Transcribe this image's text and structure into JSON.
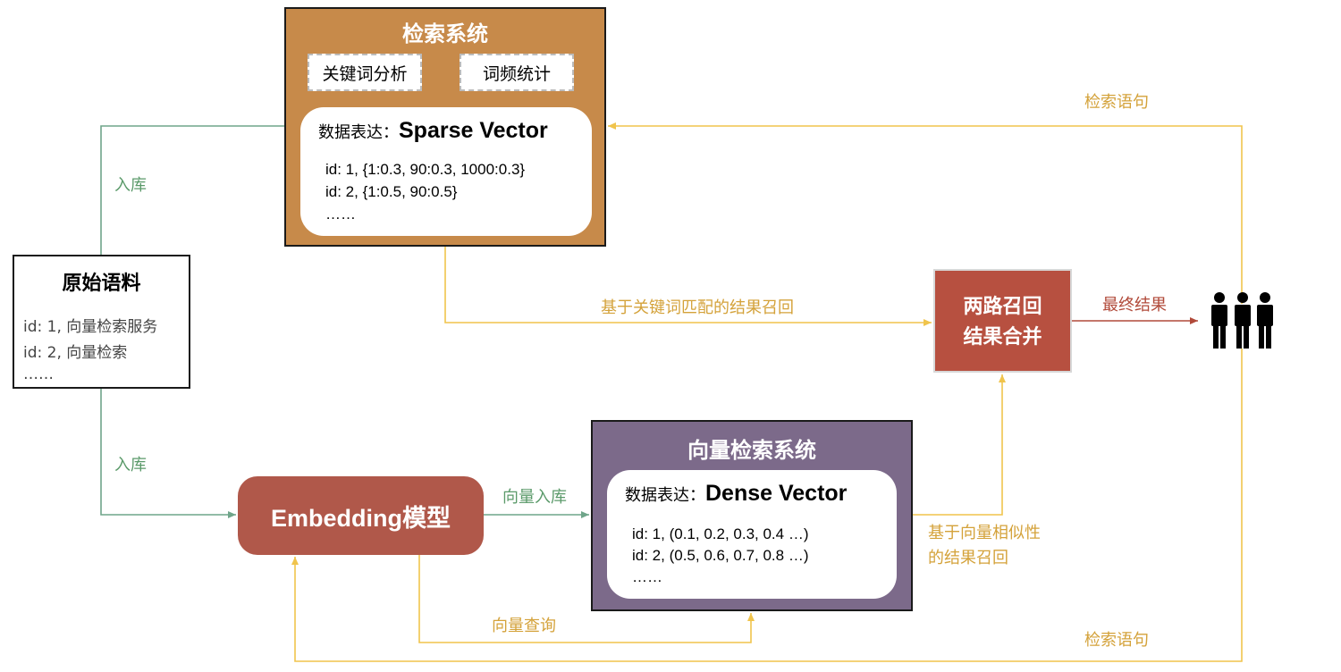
{
  "sparse_system": {
    "title": "检索系统",
    "keyword_analysis": "关键词分析",
    "term_frequency": "词频统计",
    "expression_prefix": "数据表达：",
    "expression_type": "Sparse Vector",
    "rows": [
      "id: 1, {1:0.3, 90:0.3, 1000:0.3}",
      "id: 2, {1:0.5, 90:0.5}",
      "……"
    ]
  },
  "corpus": {
    "title": "原始语料",
    "rows": [
      "id: 1, 向量检索服务",
      "id: 2, 向量检索",
      "……"
    ]
  },
  "embedding": {
    "label": "Embedding模型"
  },
  "dense_system": {
    "title": "向量检索系统",
    "expression_prefix": "数据表达：",
    "expression_type": "Dense Vector",
    "rows": [
      "id: 1, (0.1, 0.2, 0.3, 0.4 …)",
      "id: 2, (0.5, 0.6, 0.7, 0.8 …)",
      "……"
    ]
  },
  "merge": {
    "line1": "两路召回",
    "line2": "结果合并"
  },
  "edge_labels": {
    "ingest_top": "入库",
    "ingest_bottom": "入库",
    "vector_ingest": "向量入库",
    "vector_query": "向量查询",
    "keyword_recall": "基于关键词匹配的结果召回",
    "vector_recall_line1": "基于向量相似性",
    "vector_recall_line2": "的结果召回",
    "final_result": "最终结果",
    "query_top": "检索语句",
    "query_bottom": "检索语句"
  },
  "colors": {
    "green": "#6fa58a",
    "gold": "#f0c44c",
    "red": "#b14a3a"
  },
  "icons": {
    "users": "users-icon"
  }
}
